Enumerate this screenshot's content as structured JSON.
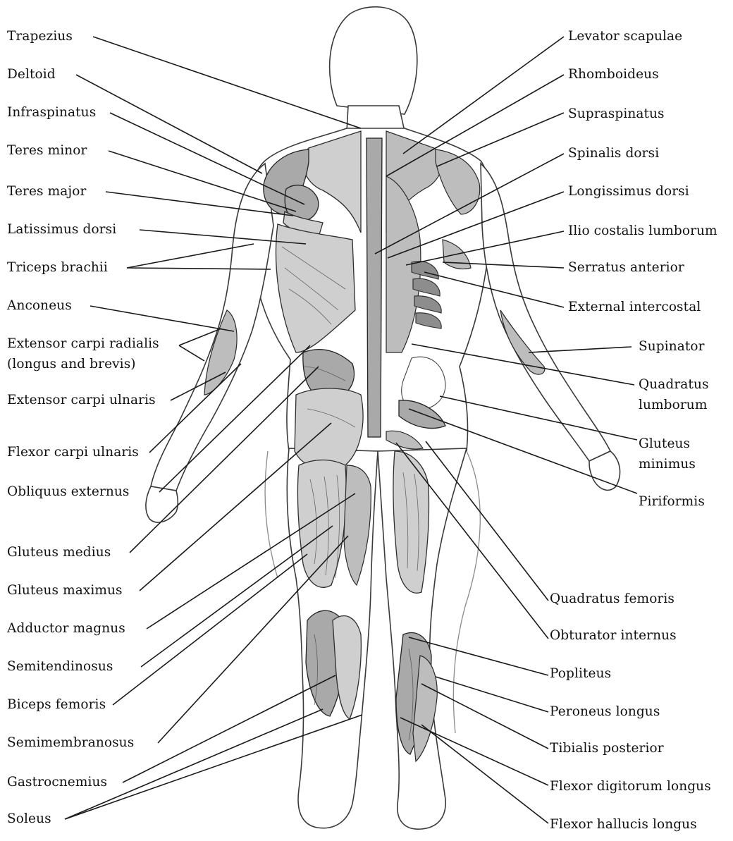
{
  "diagram": {
    "labels_left": [
      {
        "id": "trapezius",
        "text": "Trapezius"
      },
      {
        "id": "deltoid",
        "text": "Deltoid"
      },
      {
        "id": "infraspinatus",
        "text": "Infraspinatus"
      },
      {
        "id": "teres-minor",
        "text": "Teres minor"
      },
      {
        "id": "teres-major",
        "text": "Teres major"
      },
      {
        "id": "latissimus-dorsi",
        "text": "Latissimus dorsi"
      },
      {
        "id": "triceps-brachii",
        "text": "Triceps brachii"
      },
      {
        "id": "anconeus",
        "text": "Anconeus"
      },
      {
        "id": "extensor-carpi-radialis",
        "text": "Extensor carpi radialis",
        "text2": "(longus and brevis)"
      },
      {
        "id": "extensor-carpi-ulnaris",
        "text": "Extensor carpi ulnaris"
      },
      {
        "id": "flexor-carpi-ulnaris",
        "text": "Flexor carpi ulnaris"
      },
      {
        "id": "obliquus-externus",
        "text": "Obliquus externus"
      },
      {
        "id": "gluteus-medius",
        "text": "Gluteus medius"
      },
      {
        "id": "gluteus-maximus",
        "text": "Gluteus maximus"
      },
      {
        "id": "adductor-magnus",
        "text": "Adductor magnus"
      },
      {
        "id": "semitendinosus",
        "text": "Semitendinosus"
      },
      {
        "id": "biceps-femoris",
        "text": "Biceps femoris"
      },
      {
        "id": "semimembranosus",
        "text": "Semimembranosus"
      },
      {
        "id": "gastrocnemius",
        "text": "Gastrocnemius"
      },
      {
        "id": "soleus",
        "text": "Soleus"
      }
    ],
    "labels_right": [
      {
        "id": "levator-scapulae",
        "text": "Levator scapulae"
      },
      {
        "id": "rhomboideus",
        "text": "Rhomboideus"
      },
      {
        "id": "supraspinatus",
        "text": "Supraspinatus"
      },
      {
        "id": "spinalis-dorsi",
        "text": "Spinalis dorsi"
      },
      {
        "id": "longissimus-dorsi",
        "text": "Longissimus dorsi"
      },
      {
        "id": "ilio-costalis-lumborum",
        "text": "Ilio costalis lumborum"
      },
      {
        "id": "serratus-anterior",
        "text": "Serratus anterior"
      },
      {
        "id": "external-intercostal",
        "text": "External intercostal"
      },
      {
        "id": "supinator",
        "text": "Supinator"
      },
      {
        "id": "quadratus-lumborum",
        "text": "Quadratus",
        "text2": "lumborum"
      },
      {
        "id": "gluteus-minimus",
        "text": "Gluteus",
        "text2": "minimus"
      },
      {
        "id": "piriformis",
        "text": "Piriformis"
      },
      {
        "id": "quadratus-femoris",
        "text": "Quadratus femoris"
      },
      {
        "id": "obturator-internus",
        "text": "Obturator internus"
      },
      {
        "id": "popliteus",
        "text": "Popliteus"
      },
      {
        "id": "peroneus-longus",
        "text": "Peroneus longus"
      },
      {
        "id": "tibialis-posterior",
        "text": "Tibialis posterior"
      },
      {
        "id": "flexor-digitorum-longus",
        "text": "Flexor digitorum longus"
      },
      {
        "id": "flexor-hallucis-longus",
        "text": "Flexor hallucis longus"
      }
    ]
  }
}
